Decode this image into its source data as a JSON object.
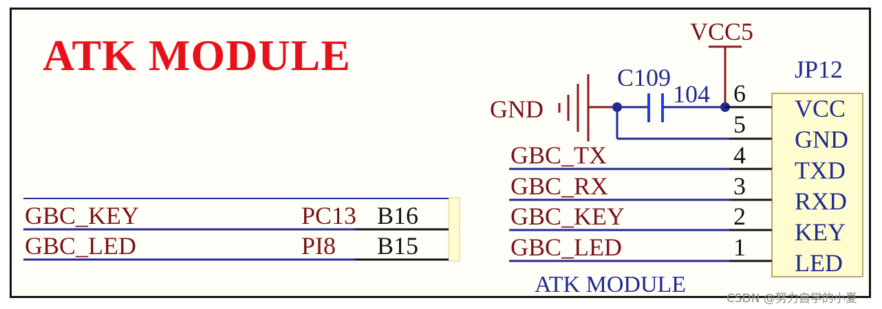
{
  "title": "ATK MODULE",
  "left_nets": [
    {
      "net": "GBC_KEY",
      "pin": "PC13",
      "ball": "B16"
    },
    {
      "net": "GBC_LED",
      "pin": "PI8",
      "ball": "B15"
    }
  ],
  "power": {
    "vcc": "VCC5",
    "gnd": "GND"
  },
  "capacitor": {
    "ref": "C109",
    "value": "104"
  },
  "connector": {
    "ref": "JP12",
    "label": "ATK MODULE",
    "pins": [
      {
        "num": "6",
        "name": "VCC",
        "net": ""
      },
      {
        "num": "5",
        "name": "GND",
        "net": ""
      },
      {
        "num": "4",
        "name": "TXD",
        "net": "GBC_TX"
      },
      {
        "num": "3",
        "name": "RXD",
        "net": "GBC_RX"
      },
      {
        "num": "2",
        "name": "KEY",
        "net": "GBC_KEY"
      },
      {
        "num": "1",
        "name": "LED",
        "net": "GBC_LED"
      }
    ]
  },
  "watermark": "CSDN @努力自学的小夏",
  "colors": {
    "title": "#e8111b",
    "net_text": "#7a1216",
    "wire_blue": "#1f2a8f",
    "cap_blue": "#1e3ce6",
    "power_red": "#8b1a1a",
    "pin_text": "#111111",
    "connector_fill": "#fffccf"
  }
}
